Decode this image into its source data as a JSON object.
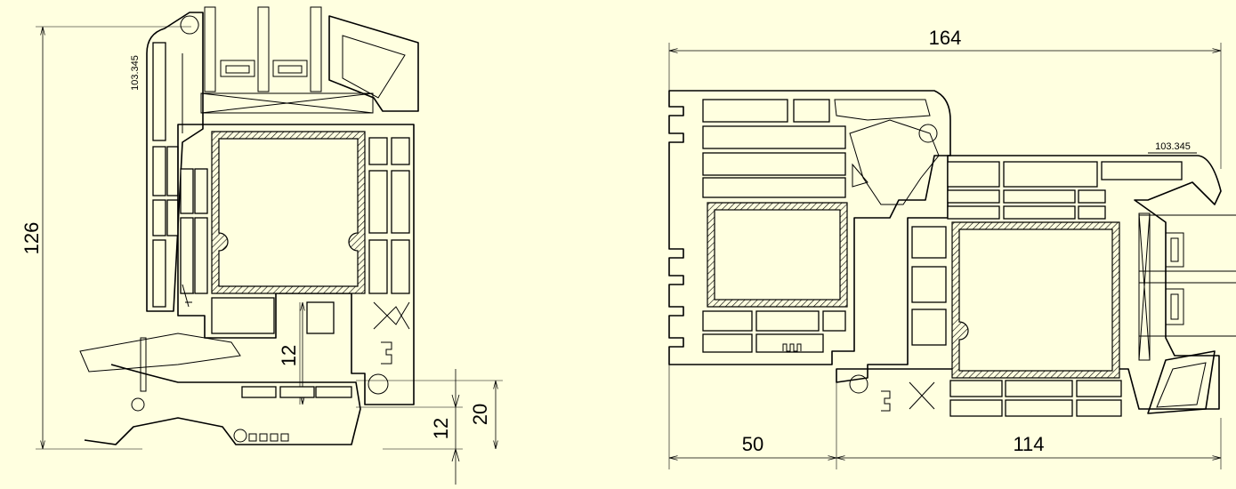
{
  "colors": {
    "background": "#FFFFE0",
    "lines": "#000000"
  },
  "left_section": {
    "dims": {
      "height_total": "126",
      "profile_code": "103.345",
      "inner_gap": "12",
      "sill_a": "12",
      "sill_b": "20"
    }
  },
  "right_section": {
    "dims": {
      "width_total": "164",
      "frame_part": "50",
      "sash_part": "114",
      "profile_code": "103.345"
    }
  }
}
